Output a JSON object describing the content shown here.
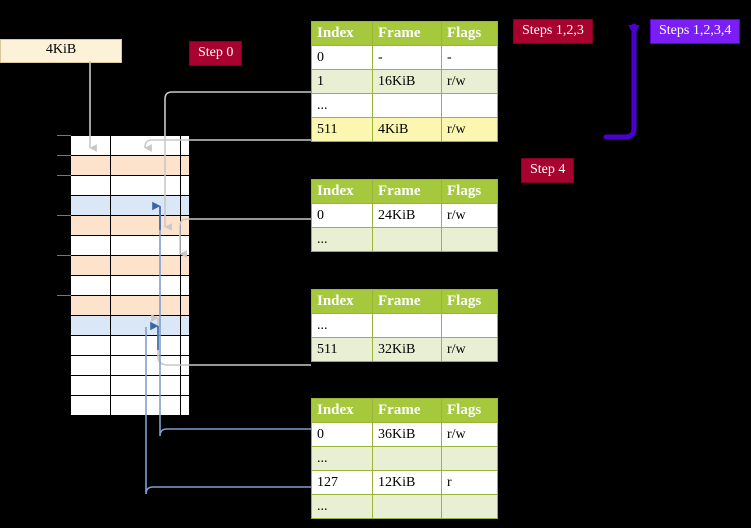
{
  "figure": {
    "title_hidden": "",
    "colors": {
      "table_header_bg": "#a6c83c",
      "table_alt_row_bg": "#e9efd2",
      "highlight_cell_bg": "#fbf7b0",
      "table_border": "#9ab43a",
      "badge_crimson": "#a8022e",
      "badge_violet": "#7a1ef5",
      "mem_peach": "#fde3cc",
      "mem_blue": "#d9e7f7",
      "mem_white": "#ffffff",
      "connector_gray": "#b8b8b8",
      "connector_blue": "#7e9fd0",
      "arrow_purple": "#4b00d0",
      "label_box_bg": "#fdf2d7"
    }
  },
  "badges": [
    {
      "id": "step0",
      "label": "Step 0",
      "style": "crimson"
    },
    {
      "id": "steps123",
      "label": "Steps 1,2,3",
      "style": "crimson"
    },
    {
      "id": "steps1234",
      "label": "Steps 1,2,3,4",
      "style": "violet"
    },
    {
      "id": "step4",
      "label": "Step 4",
      "style": "crimson"
    }
  ],
  "memory_label": {
    "text": "4KiB"
  },
  "tables": [
    {
      "id": "pml4",
      "headers": [
        "Index",
        "Frame",
        "Flags"
      ],
      "rows": [
        {
          "cells": [
            "0",
            "-",
            "-"
          ],
          "alt": false,
          "highlight": []
        },
        {
          "cells": [
            "1",
            "16KiB",
            "r/w"
          ],
          "alt": true,
          "highlight": []
        },
        {
          "cells": [
            "...",
            "",
            ""
          ],
          "alt": false,
          "highlight": []
        },
        {
          "cells": [
            "511",
            "4KiB",
            "r/w"
          ],
          "alt": true,
          "highlight": [
            0,
            1,
            2
          ]
        }
      ]
    },
    {
      "id": "pdpt",
      "headers": [
        "Index",
        "Frame",
        "Flags"
      ],
      "rows": [
        {
          "cells": [
            "0",
            "24KiB",
            "r/w"
          ],
          "alt": false,
          "highlight": []
        },
        {
          "cells": [
            "...",
            "",
            ""
          ],
          "alt": true,
          "highlight": []
        }
      ]
    },
    {
      "id": "pd",
      "headers": [
        "Index",
        "Frame",
        "Flags"
      ],
      "rows": [
        {
          "cells": [
            "...",
            "",
            ""
          ],
          "alt": false,
          "highlight": []
        },
        {
          "cells": [
            "511",
            "32KiB",
            "r/w"
          ],
          "alt": true,
          "highlight": []
        }
      ]
    },
    {
      "id": "pt",
      "headers": [
        "Index",
        "Frame",
        "Flags"
      ],
      "rows": [
        {
          "cells": [
            "0",
            "36KiB",
            "r/w"
          ],
          "alt": false,
          "highlight": []
        },
        {
          "cells": [
            "...",
            "",
            ""
          ],
          "alt": true,
          "highlight": []
        },
        {
          "cells": [
            "127",
            "12KiB",
            "r"
          ],
          "alt": false,
          "highlight": []
        },
        {
          "cells": [
            "...",
            "",
            ""
          ],
          "alt": true,
          "highlight": []
        }
      ]
    }
  ],
  "memory_rows": [
    {
      "index": 0,
      "fill": "white"
    },
    {
      "index": 1,
      "fill": "peach"
    },
    {
      "index": 2,
      "fill": "white"
    },
    {
      "index": 3,
      "fill": "blue"
    },
    {
      "index": 4,
      "fill": "peach"
    },
    {
      "index": 5,
      "fill": "white"
    },
    {
      "index": 6,
      "fill": "peach"
    },
    {
      "index": 7,
      "fill": "white"
    },
    {
      "index": 8,
      "fill": "peach"
    },
    {
      "index": 9,
      "fill": "blue"
    },
    {
      "index": 10,
      "fill": "white"
    },
    {
      "index": 11,
      "fill": "white"
    },
    {
      "index": 12,
      "fill": "white"
    },
    {
      "index": 13,
      "fill": "white"
    }
  ]
}
